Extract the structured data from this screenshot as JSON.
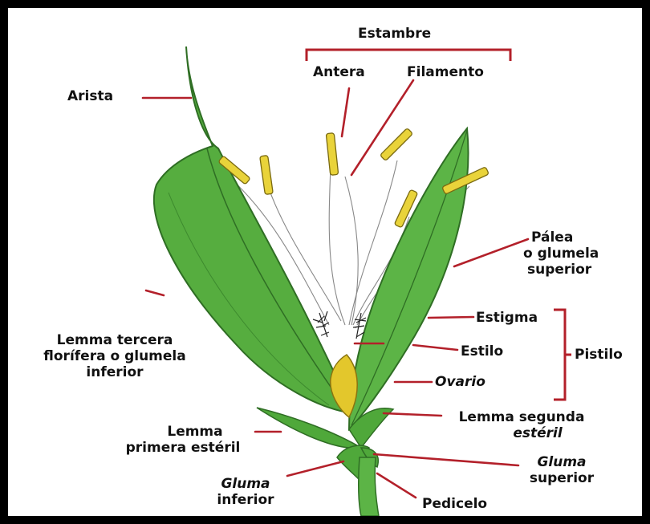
{
  "labels": {
    "estambre": "Estambre",
    "antera": "Antera",
    "filamento": "Filamento",
    "arista": "Arista",
    "palea_line1": "Pálea",
    "palea_line2": "o glumela",
    "palea_line3": "superior",
    "estigma": "Estigma",
    "estilo": "Estilo",
    "pistilo": "Pistilo",
    "ovario": "Ovario",
    "lemma_tercera_line1": "Lemma tercera",
    "lemma_tercera_line2": "florífera o glumela",
    "lemma_tercera_line3": "inferior",
    "lemma_primera_line1": "Lemma",
    "lemma_primera_line2": "primera estéril",
    "lemma_segunda_line1": "Lemma segunda",
    "lemma_segunda_line2": "estéril",
    "gluma_inferior_line1": "Gluma",
    "gluma_inferior_line2": "inferior",
    "gluma_superior_line1": "Gluma",
    "gluma_superior_line2": "superior",
    "pedicelo": "Pedicelo"
  },
  "colors": {
    "frame": "#000000",
    "leaf": "#4fa83a",
    "leaf_dark": "#2f6e24",
    "anther": "#e9d33a",
    "ovary": "#e3c72c",
    "leader": "#b3202a"
  }
}
